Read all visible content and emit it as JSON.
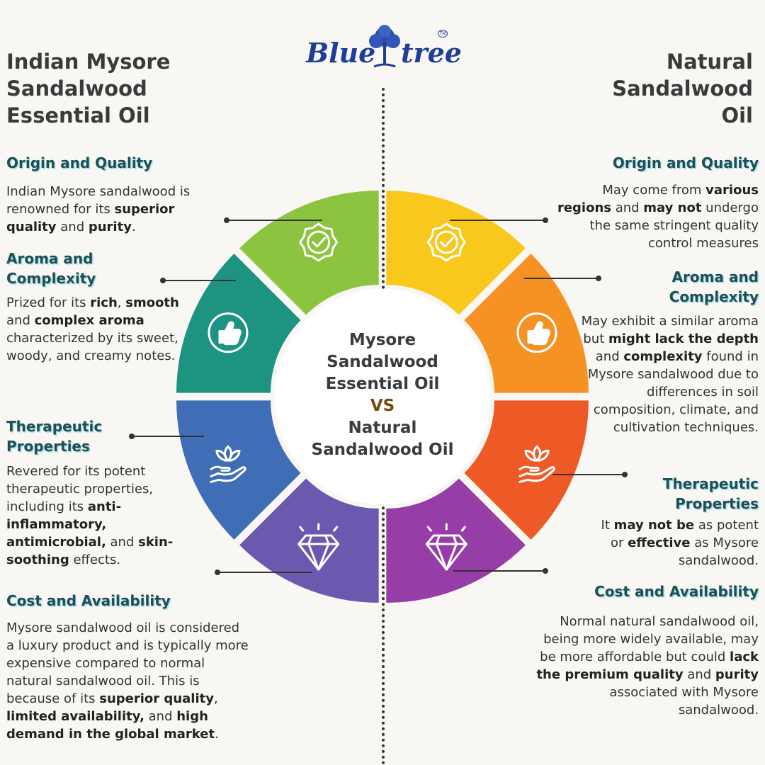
{
  "logo": {
    "brand_part1": "Blue",
    "brand_part2": "tree",
    "trademark": "TM"
  },
  "left": {
    "title": [
      "Indian Mysore",
      "Sandalwood",
      "Essential Oil"
    ],
    "sections": [
      {
        "heading": "Origin and Quality",
        "text_html": "Indian Mysore sandalwood is renowned for its <b>superior quality</b> and <b>purity</b>."
      },
      {
        "heading": "Aroma and Complexity",
        "text_html": "Prized for its <b>rich</b>, <b>smooth</b> and <b>complex aroma</b> characterized by its sweet, woody, and creamy notes."
      },
      {
        "heading": "Therapeutic Properties",
        "text_html": "Revered for its potent therapeutic properties, including its <b>anti-inflammatory, antimicrobial,</b> and <b>skin-soothing</b> effects."
      },
      {
        "heading": "Cost and Availability",
        "text_html": "Mysore sandalwood oil is considered a luxury product and is typically more expensive compared to normal natural sandalwood oil. This is because of its <b>superior quality</b>, <b>limited availability,</b> and <b>high demand in the global market</b>."
      }
    ]
  },
  "right": {
    "title": [
      "Natural",
      "Sandalwood",
      "Oil"
    ],
    "sections": [
      {
        "heading": "Origin and Quality",
        "text_html": "May come from <b>various regions</b> and <b>may not</b> undergo the same stringent quality control measures"
      },
      {
        "heading": "Aroma and Complexity",
        "text_html": "May exhibit a similar aroma but <b>might lack the depth</b> and <b>complexity</b> found in Mysore sandalwood due to differences in soil composition, climate, and cultivation techniques."
      },
      {
        "heading": "Therapeutic Properties",
        "text_html": "It <b>may not be</b> as potent or <b>effective</b> as Mysore sandalwood."
      },
      {
        "heading": "Cost and Availability",
        "text_html": "Normal natural sandalwood oil, being more widely available, may be more affordable but could <b>lack the premium quality</b> and <b>purity</b> associated with Mysore sandalwood."
      }
    ]
  },
  "center": {
    "line1": "Mysore",
    "line2": "Sandalwood",
    "line3": "Essential Oil",
    "vs": "VS",
    "line4": "Natural",
    "line5": "Sandalwood Oil"
  },
  "wheel_segments": [
    {
      "name": "segment-left-origin",
      "color": "#8cc43f",
      "icon": "check-badge-icon"
    },
    {
      "name": "segment-left-aroma",
      "color": "#1d9382",
      "icon": "thumbs-up-icon"
    },
    {
      "name": "segment-left-therapeutic",
      "color": "#3f6db6",
      "icon": "lotus-hand-icon"
    },
    {
      "name": "segment-left-cost",
      "color": "#6a59ae",
      "icon": "diamond-icon"
    },
    {
      "name": "segment-right-origin",
      "color": "#f8c81c",
      "icon": "check-badge-icon"
    },
    {
      "name": "segment-right-aroma",
      "color": "#f69223",
      "icon": "thumbs-up-icon"
    },
    {
      "name": "segment-right-therapeutic",
      "color": "#ee5a26",
      "icon": "lotus-hand-icon"
    },
    {
      "name": "segment-right-cost",
      "color": "#973da8",
      "icon": "diamond-icon"
    }
  ],
  "colors": {
    "heading": "#1f4e55",
    "heading_shadow": "#9ed7df",
    "background": "#f8f7f3"
  }
}
